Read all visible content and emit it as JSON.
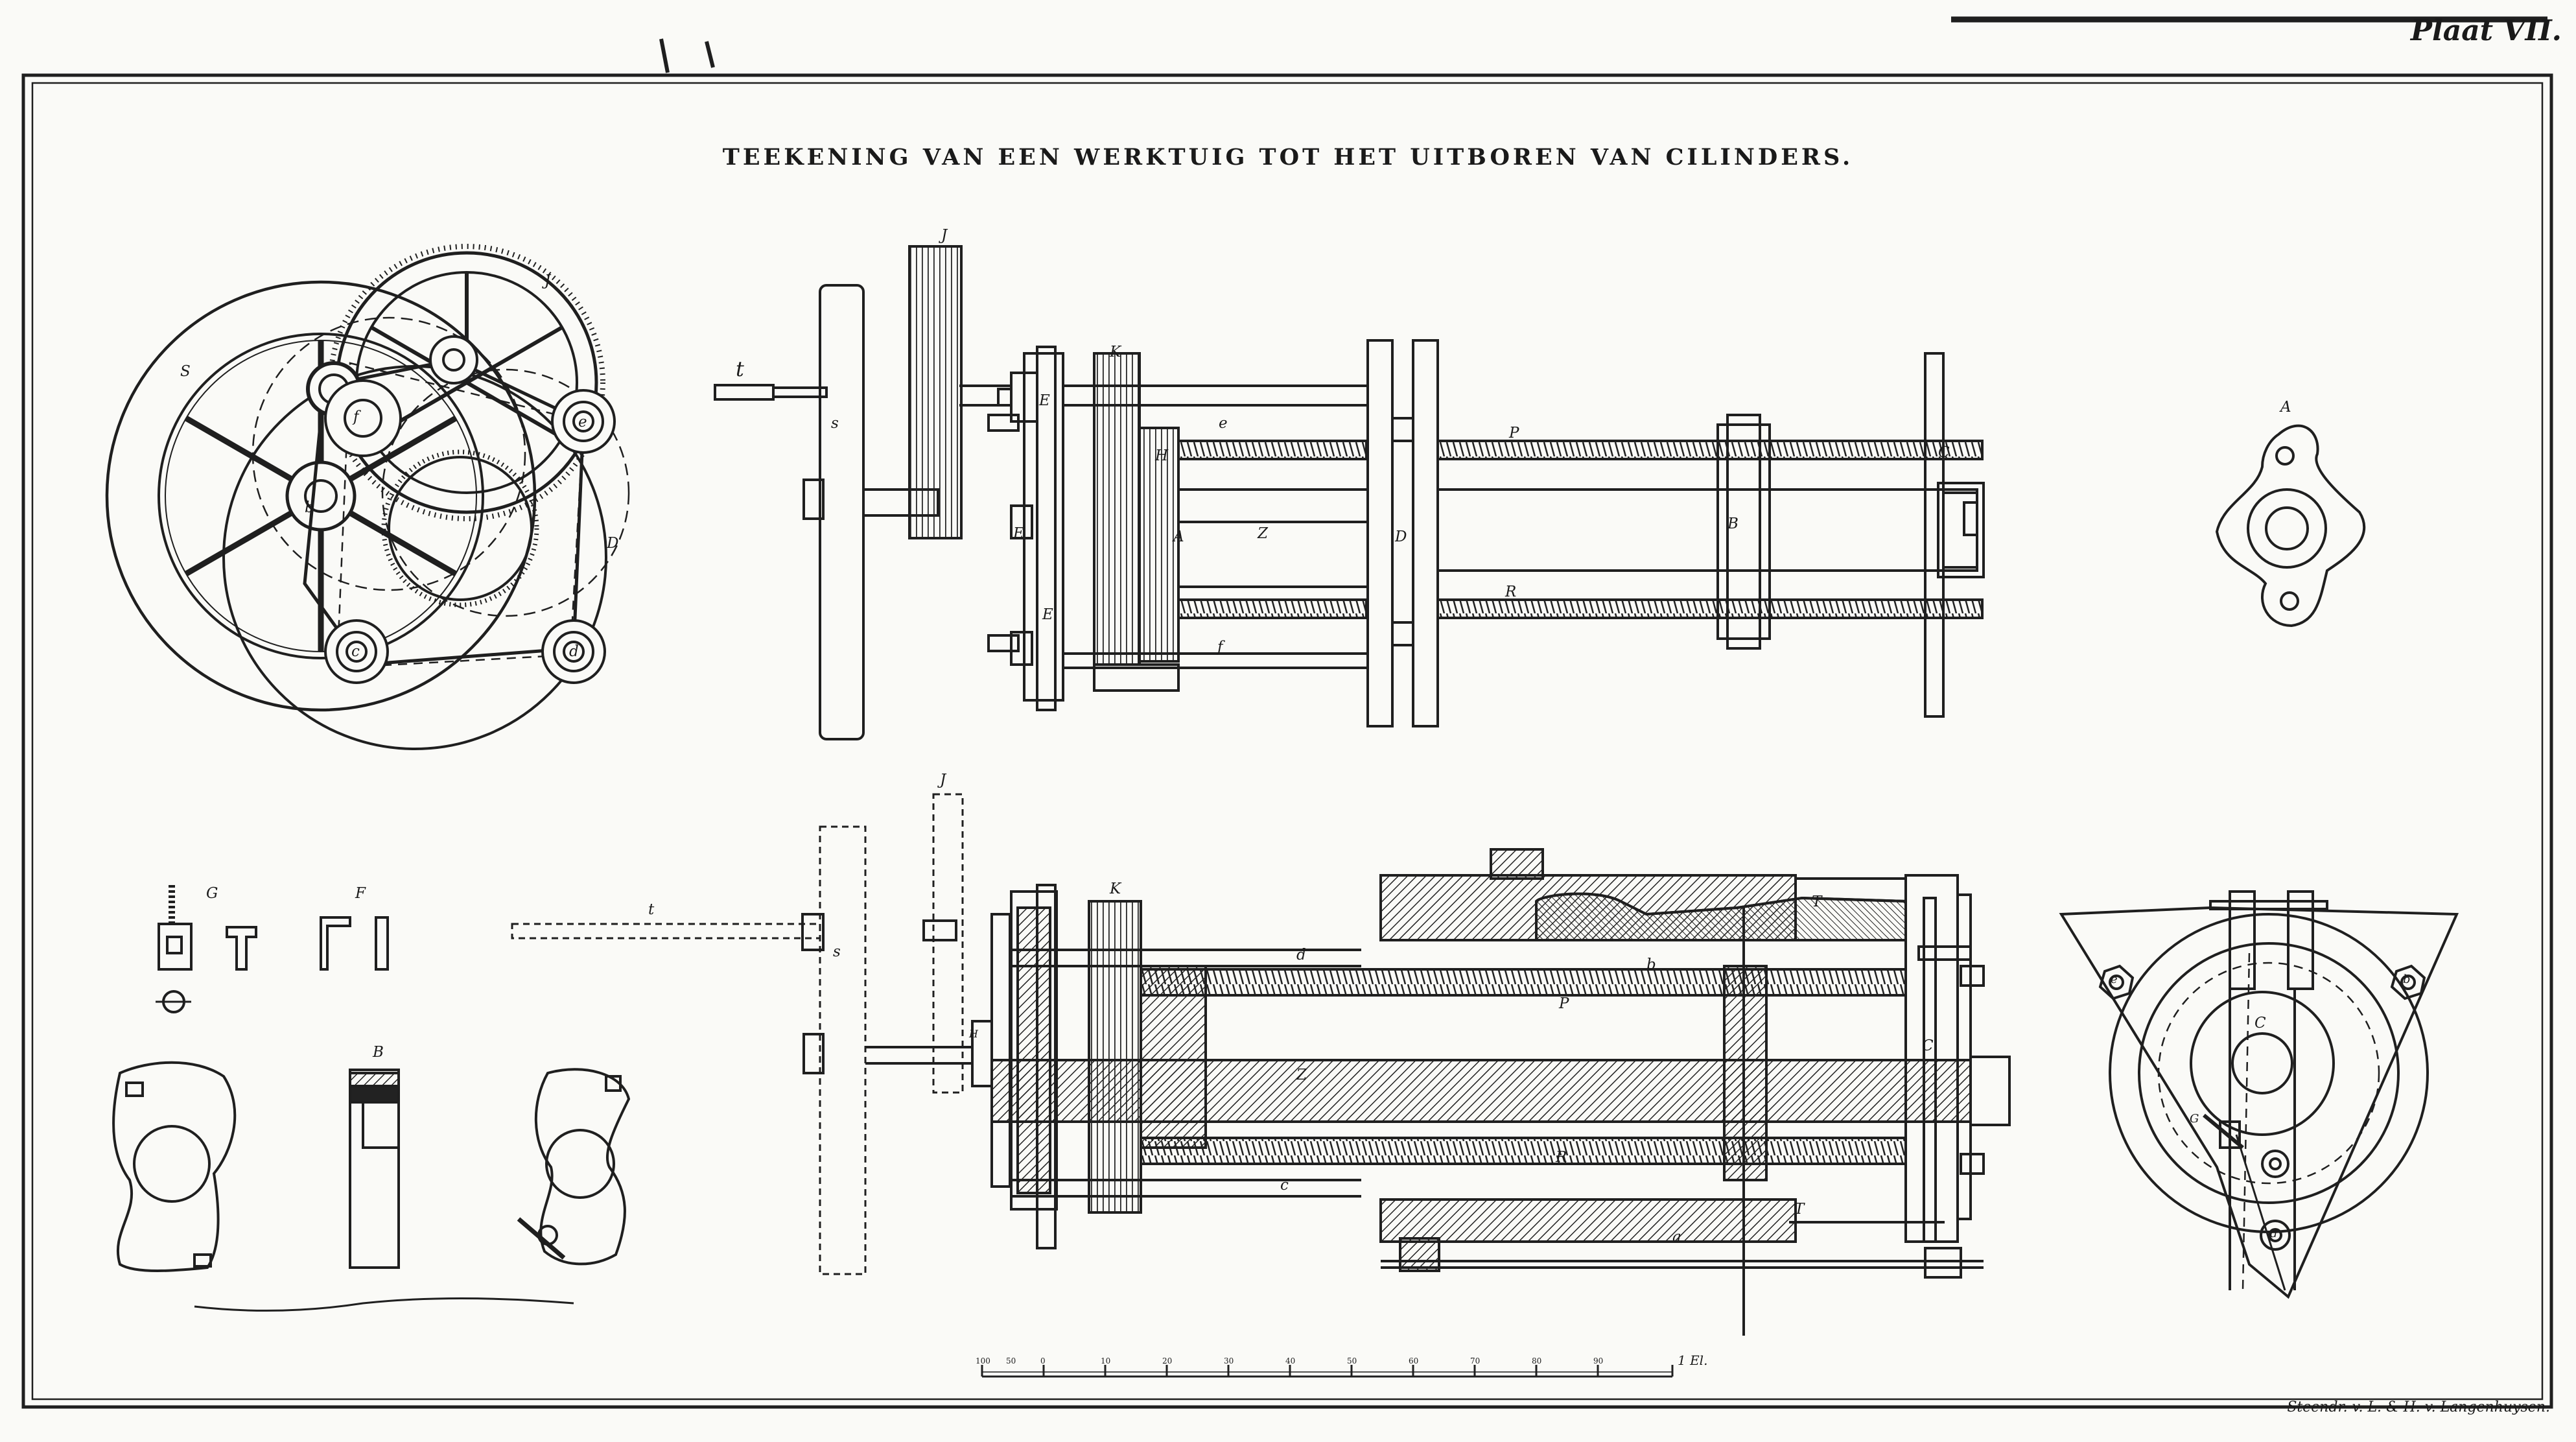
{
  "title": "TEEKENING VAN EEN WERKTUIG TOT HET UITBOREN VAN CILINDERS.",
  "plate_number": "Plaat VII.",
  "imprint": "Steendr. v. L. & H. v. Langenhuysen.",
  "scale": {
    "end_label": "1 El.",
    "ticks": [
      "100",
      "50",
      "0",
      "10",
      "20",
      "30",
      "40",
      "50",
      "60",
      "70",
      "80",
      "90"
    ]
  },
  "labels": {
    "tl_S": "S",
    "tl_J": "J",
    "tl_f": "f",
    "tl_b": "b",
    "tl_e": "e",
    "tl_c": "c",
    "tl_d": "d",
    "tl_D": "D",
    "tm_t": "t",
    "tm_s": "s",
    "tm_J": "J",
    "tm_K": "K",
    "tm_E1": "E",
    "tm_E2": "E",
    "tm_E3": "E",
    "tm_e": "e",
    "tm_H": "H",
    "tm_A": "A",
    "tm_Z": "Z",
    "tm_D": "D",
    "tm_P": "P",
    "tm_R": "R",
    "tm_f": "f",
    "tm_B": "B",
    "tm_C": "C",
    "tr_A": "A",
    "bl_G": "G",
    "bl_F": "F",
    "bl_B": "B",
    "bm_J": "J",
    "bm_t": "t",
    "bm_s": "s",
    "bm_K": "K",
    "bm_d": "d",
    "bm_b": "b",
    "bm_P": "P",
    "bm_T1": "T",
    "bm_T2": "T",
    "bm_Z": "Z",
    "bm_R": "R",
    "bm_c": "c",
    "bm_C": "C",
    "bm_a": "a",
    "bm_H": "H",
    "br_e": "e",
    "br_b": "b",
    "br_C": "C",
    "br_d": "d",
    "br_G": "G"
  }
}
